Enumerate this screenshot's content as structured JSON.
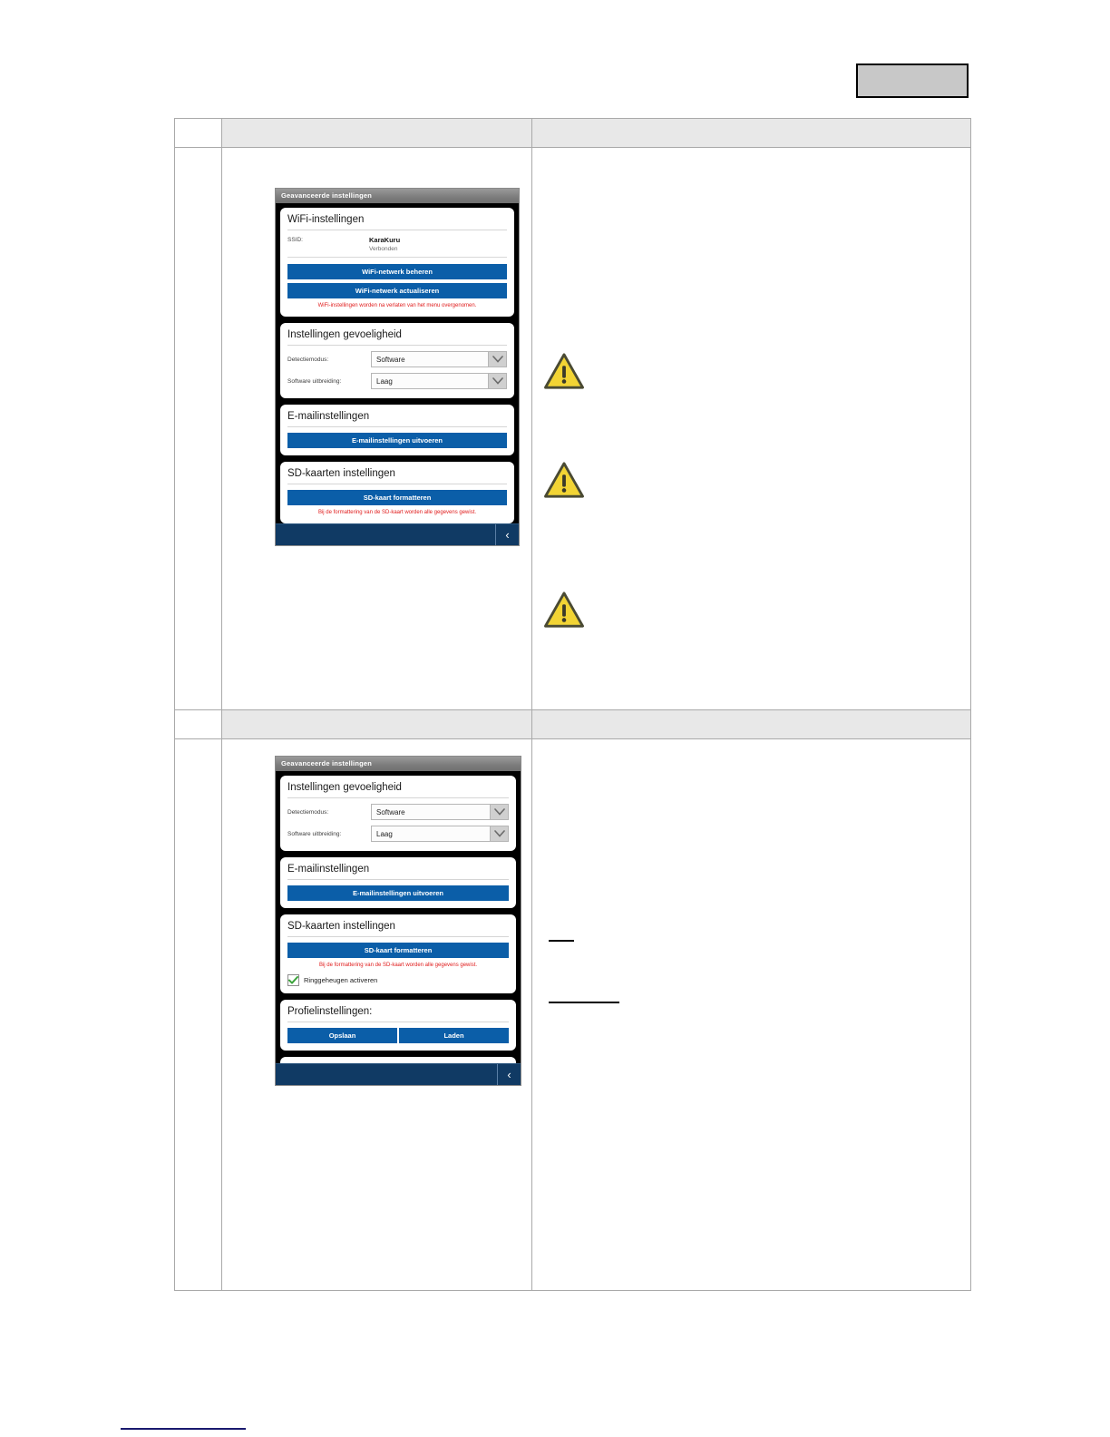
{
  "page": {
    "header_box": "",
    "footnote_separator": true
  },
  "table": {
    "rows": [
      {
        "number": "",
        "band": true
      },
      {
        "number": "",
        "band": false
      },
      {
        "number": "",
        "band": true
      },
      {
        "number": "",
        "band": false
      }
    ]
  },
  "screenshot_one": {
    "title_bar": "Geavanceerde instellingen",
    "wifi_card": {
      "title": "WiFi-instellingen",
      "ssid_label": "SSID:",
      "ssid_value": "KaraKuru",
      "ssid_status": "Verbonden",
      "manage_button": "WiFi-netwerk beheren",
      "refresh_button": "WiFi-netwerk actualiseren",
      "note": "WiFi-instellingen worden na verlaten van het menu overgenomen."
    },
    "sensitivity_card": {
      "title": "Instellingen gevoeligheid",
      "detection_label": "Detectiemodus:",
      "detection_value": "Software",
      "expansion_label": "Software uitbreiding:",
      "expansion_value": "Laag"
    },
    "email_card": {
      "title": "E-mailinstellingen",
      "button": "E-mailinstellingen uitvoeren"
    },
    "sd_card": {
      "title": "SD-kaarten instellingen",
      "button": "SD-kaart formatteren",
      "note": "Bij de formattering van de SD-kaart worden alle gegevens gewist."
    },
    "nav": {
      "back_icon": "chevron-left-icon"
    }
  },
  "screenshot_two": {
    "title_bar": "Geavanceerde instellingen",
    "sensitivity_card": {
      "title": "Instellingen gevoeligheid",
      "detection_label": "Detectiemodus:",
      "detection_value": "Software",
      "expansion_label": "Software uitbreiding:",
      "expansion_value": "Laag"
    },
    "email_card": {
      "title": "E-mailinstellingen",
      "button": "E-mailinstellingen uitvoeren"
    },
    "sd_card": {
      "title": "SD-kaarten instellingen",
      "button": "SD-kaart formatteren",
      "note": "Bij de formattering van de SD-kaart worden alle gegevens gewist.",
      "checkbox_label": "Ringgeheugen activeren",
      "checkbox_checked": true
    },
    "profile_card": {
      "title": "Profielinstellingen:",
      "save_button": "Opslaan",
      "load_button": "Laden"
    },
    "nav": {
      "back_icon": "chevron-left-icon"
    }
  },
  "warnings": {
    "icon_name": "warning-triangle-icon",
    "count": 3,
    "color": "#f2d434"
  },
  "colors": {
    "button_blue": "#0b5ea8",
    "note_red": "#e01b1b",
    "nav_blue": "#103a64",
    "band_gray": "#e8e8e8",
    "header_box_gray": "#c8c8c8",
    "footnote_navy": "#1a1a6e"
  }
}
